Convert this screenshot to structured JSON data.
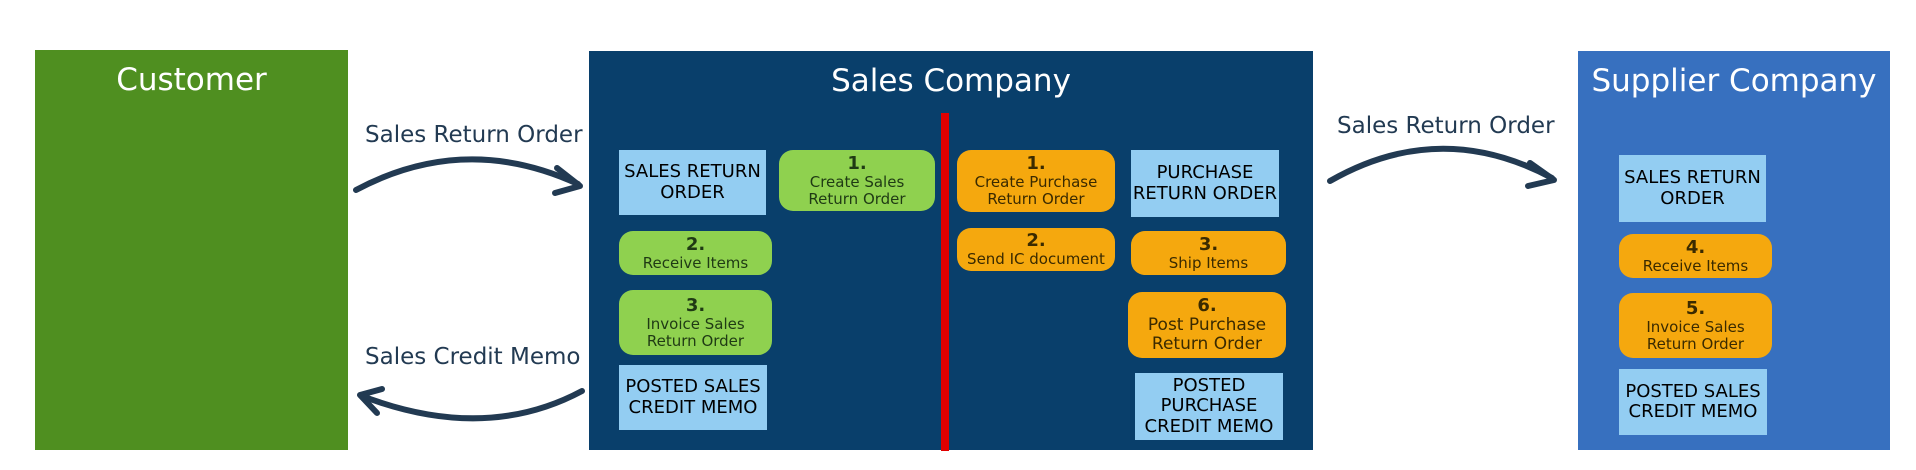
{
  "customer": {
    "title": "Customer",
    "color": "#4f8f20"
  },
  "sales_company": {
    "title": "Sales Company",
    "color": "#093f6b",
    "divider_color": "#e00000",
    "left": {
      "doc_return_order": "SALES RETURN ORDER",
      "step1": {
        "num": "1.",
        "label": "Create Sales Return Order"
      },
      "step2": {
        "num": "2.",
        "label": "Receive Items"
      },
      "step3": {
        "num": "3.",
        "label": "Invoice Sales Return Order"
      },
      "doc_credit_memo": "POSTED SALES CREDIT MEMO"
    },
    "right": {
      "step1": {
        "num": "1.",
        "label": "Create Purchase Return Order"
      },
      "step2": {
        "num": "2.",
        "label": "Send IC document"
      },
      "doc_purchase_return": "PURCHASE RETURN ORDER",
      "step3": {
        "num": "3.",
        "label": "Ship Items"
      },
      "step6": {
        "num": "6.",
        "label": "Post Purchase Return Order"
      },
      "doc_purchase_credit_memo": "POSTED PURCHASE CREDIT MEMO"
    }
  },
  "supplier": {
    "title": "Supplier Company",
    "color": "#3770bf",
    "doc_return_order": "SALES RETURN ORDER",
    "step4": {
      "num": "4.",
      "label": "Receive Items"
    },
    "step5": {
      "num": "5.",
      "label": "Invoice Sales Return Order"
    },
    "doc_credit_memo": "POSTED SALES CREDIT MEMO"
  },
  "flows": {
    "customer_to_sales": "Sales Return Order",
    "sales_to_customer": "Sales Credit Memo",
    "sales_to_supplier": "Sales Return Order"
  },
  "colors": {
    "document": "#93cdf2",
    "step_green": "#8fd14f",
    "step_orange": "#f5a80e",
    "arrow": "#223a52"
  }
}
